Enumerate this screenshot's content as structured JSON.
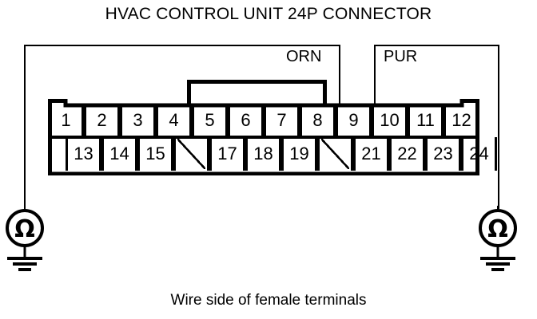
{
  "diagram": {
    "title": "HVAC CONTROL UNIT 24P CONNECTOR",
    "caption": "Wire side of female terminals",
    "line_color": "#000000",
    "background_color": "#ffffff"
  },
  "wire_labels": {
    "orn": "ORN",
    "pur": "PUR"
  },
  "connector": {
    "pin_count": "24",
    "top_row": [
      {
        "number": "1",
        "blank": false
      },
      {
        "number": "2",
        "blank": false
      },
      {
        "number": "3",
        "blank": false
      },
      {
        "number": "4",
        "blank": false
      },
      {
        "number": "5",
        "blank": false
      },
      {
        "number": "6",
        "blank": false
      },
      {
        "number": "7",
        "blank": false
      },
      {
        "number": "8",
        "blank": false
      },
      {
        "number": "9",
        "blank": false
      },
      {
        "number": "10",
        "blank": false
      },
      {
        "number": "11",
        "blank": false
      },
      {
        "number": "12",
        "blank": false
      }
    ],
    "bottom_row": [
      {
        "number": "13",
        "blank": false
      },
      {
        "number": "14",
        "blank": false
      },
      {
        "number": "15",
        "blank": false
      },
      {
        "number": "",
        "blank": true
      },
      {
        "number": "17",
        "blank": false
      },
      {
        "number": "18",
        "blank": false
      },
      {
        "number": "19",
        "blank": false
      },
      {
        "number": "",
        "blank": true
      },
      {
        "number": "21",
        "blank": false
      },
      {
        "number": "22",
        "blank": false
      },
      {
        "number": "23",
        "blank": false
      },
      {
        "number": "24",
        "blank": false
      }
    ]
  },
  "instruments": {
    "left_meter": "ohmmeter-symbol",
    "right_meter": "ohmmeter-symbol",
    "symbol_glyph": "Ω",
    "left_ground": "ground-symbol",
    "right_ground": "ground-symbol"
  }
}
